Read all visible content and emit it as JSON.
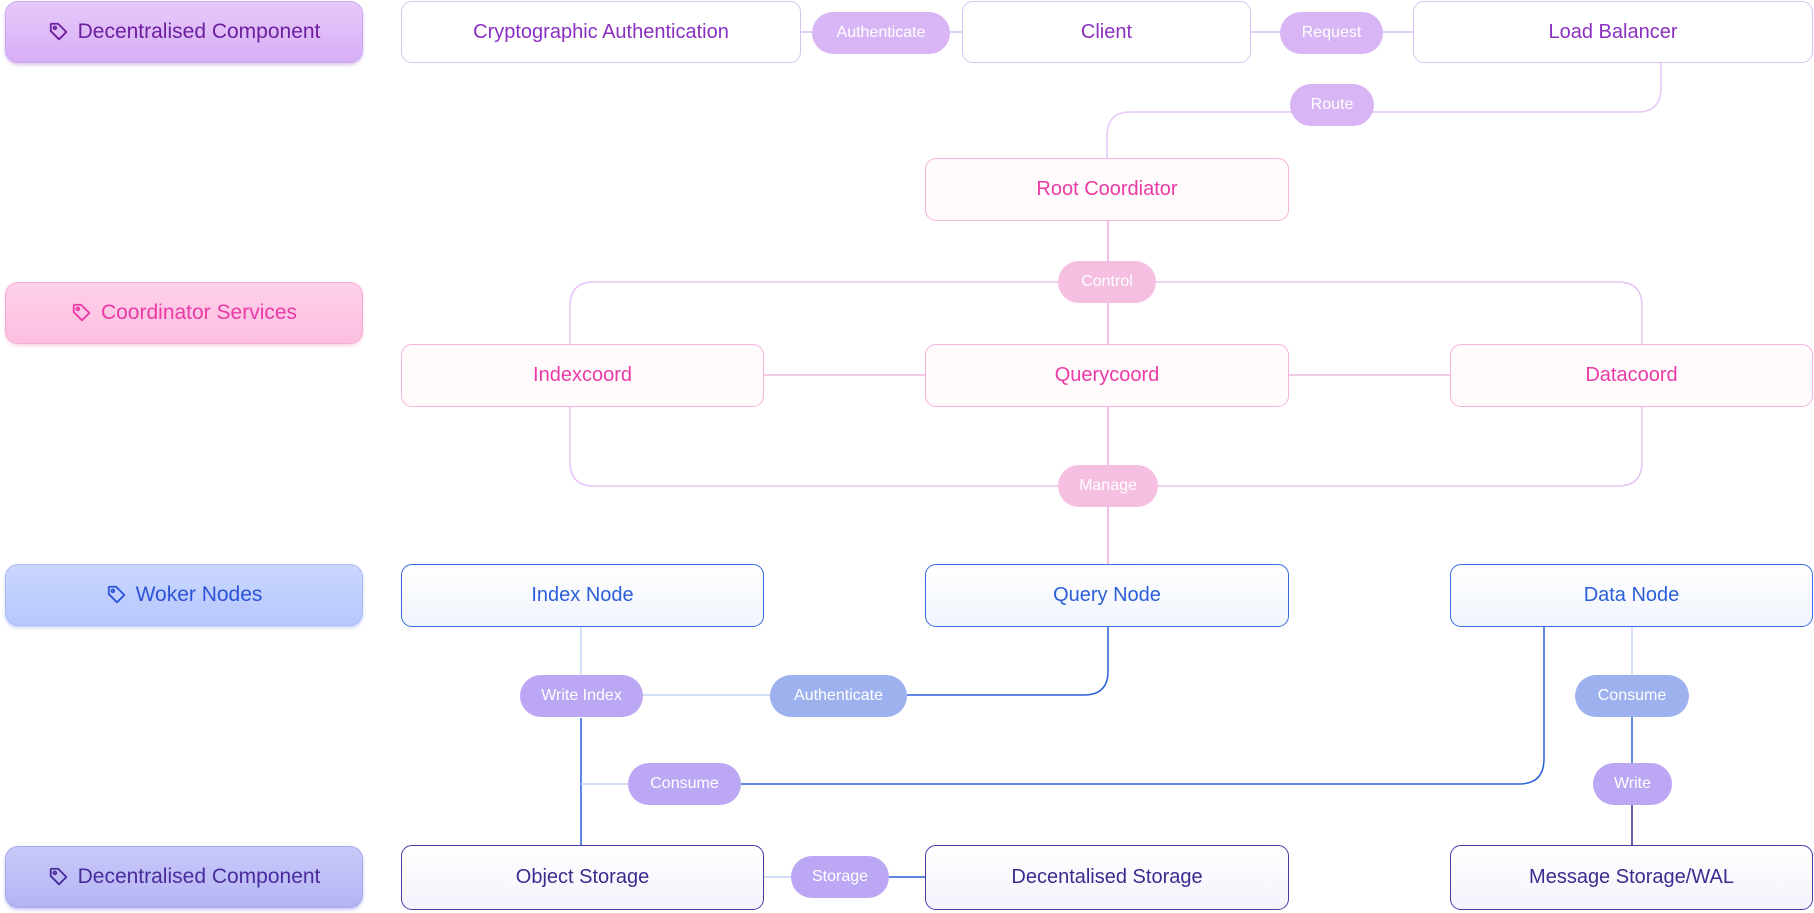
{
  "tiers": {
    "decentralised_top": "Decentralised Component",
    "coordinator": "Coordinator Services",
    "workers": "Woker Nodes",
    "decentralised_bottom": "Decentralised Component"
  },
  "nodes": {
    "crypto_auth": "Cryptographic Authentication",
    "client": "Client",
    "load_balancer": "Load Balancer",
    "root_coordinator": "Root Coordiator",
    "indexcoord": "Indexcoord",
    "querycoord": "Querycoord",
    "datacoord": "Datacoord",
    "index_node": "Index Node",
    "query_node": "Query Node",
    "data_node": "Data Node",
    "object_storage": "Object Storage",
    "decentralised_storage": "Decentalised Storage",
    "message_storage": "Message Storage/WAL"
  },
  "edges": {
    "authenticate_top": "Authenticate",
    "request": "Request",
    "route": "Route",
    "control": "Control",
    "manage": "Manage",
    "write_index": "Write Index",
    "authenticate_bottom": "Authenticate",
    "consume_left": "Consume",
    "consume_right": "Consume",
    "write": "Write",
    "storage": "Storage"
  },
  "icons": {
    "tier_icon": "tag-icon"
  },
  "colors": {
    "decentralised": "#8a2fc0",
    "coordinator": "#ea3aa6",
    "worker": "#2b5fd9",
    "storage": "#3a2c8f"
  }
}
